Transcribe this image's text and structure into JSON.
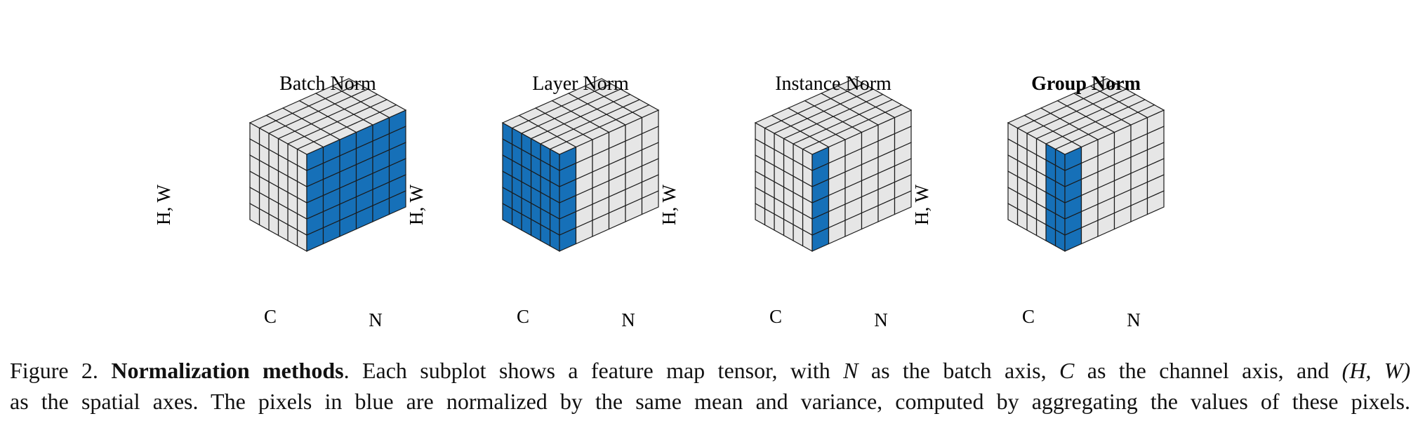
{
  "colors": {
    "highlight": "#1670b8",
    "cell": "#e6e6e6",
    "edge": "#1a1a1a"
  },
  "panels": [
    {
      "title": "Batch Norm",
      "bold": false,
      "axis_hw": "H, W",
      "axis_c": "C",
      "axis_n": "N",
      "highlight": "batch"
    },
    {
      "title": "Layer Norm",
      "bold": false,
      "axis_hw": "H, W",
      "axis_c": "C",
      "axis_n": "N",
      "highlight": "layer"
    },
    {
      "title": "Instance Norm",
      "bold": false,
      "axis_hw": "H, W",
      "axis_c": "C",
      "axis_n": "N",
      "highlight": "instance"
    },
    {
      "title": "Group Norm",
      "bold": true,
      "axis_hw": "H, W",
      "axis_c": "C",
      "axis_n": "N",
      "highlight": "group"
    }
  ],
  "caption": {
    "prefix": "Figure 2.",
    "lead": "Normalization methods",
    "line1_rest_a": ". Each subplot shows a feature map tensor, with",
    "sym_n": "N",
    "line1_rest_b": "as the batch axis,",
    "sym_c": "C",
    "line1_rest_c": "as the channel axis, and",
    "sym_hw": "(H, W)",
    "line2": "as the spatial axes. The pixels in blue are normalized by the same mean and variance, computed by aggregating the values of these pixels."
  }
}
